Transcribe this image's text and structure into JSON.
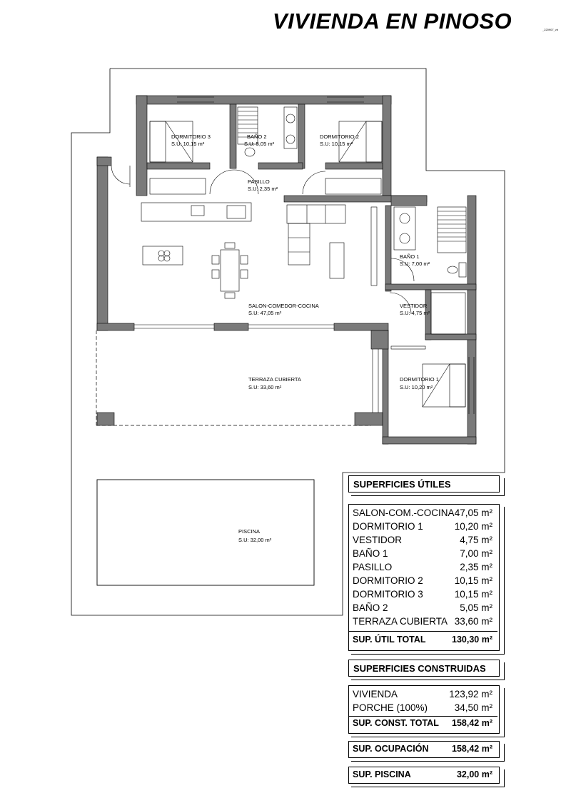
{
  "title": "VIVIENDA EN PINOSO",
  "title_sub": "_220907_vb",
  "rooms": {
    "dormitorio3": {
      "name": "DORMITORIO 3",
      "area": "S.U: 10,15 m²"
    },
    "bano2": {
      "name": "BAÑO 2",
      "area": "S.U: 5,05 m²"
    },
    "dormitorio2": {
      "name": "DORMITORIO 2",
      "area": "S.U: 10,15 m²"
    },
    "pasillo": {
      "name": "PASILLO",
      "area": "S.U: 2,35 m²"
    },
    "bano1": {
      "name": "BAÑO 1",
      "area": "S.U: 7,00 m²"
    },
    "salon": {
      "name": "SALON-COMEDOR-COCINA",
      "area": "S.U: 47,05 m²"
    },
    "vestidor": {
      "name": "VESTIDOR",
      "area": "S.U: 4,75 m²"
    },
    "terraza": {
      "name": "TERRAZA CUBIERTA",
      "area": "S.U: 33,60 m²"
    },
    "dormitorio1": {
      "name": "DORMITORIO 1",
      "area": "S.U: 10,20 m²"
    },
    "piscina": {
      "name": "PISCINA",
      "area": "S.U: 32,00 m²"
    }
  },
  "utiles": {
    "header": "SUPERFICIES ÚTILES",
    "rows": [
      {
        "name": "SALON-COM.-COCINA",
        "value": "47,05 m²"
      },
      {
        "name": "DORMITORIO 1",
        "value": "10,20 m²"
      },
      {
        "name": "VESTIDOR",
        "value": "4,75 m²"
      },
      {
        "name": "BAÑO 1",
        "value": "7,00 m²"
      },
      {
        "name": "PASILLO",
        "value": "2,35 m²"
      },
      {
        "name": "DORMITORIO 2",
        "value": "10,15 m²"
      },
      {
        "name": "DORMITORIO 3",
        "value": "10,15 m²"
      },
      {
        "name": "BAÑO 2",
        "value": "5,05 m²"
      },
      {
        "name": "TERRAZA CUBIERTA",
        "value": "33,60 m²"
      }
    ],
    "total": {
      "name": "SUP. ÚTIL TOTAL",
      "value": "130,30 m²"
    }
  },
  "construidas": {
    "header": "SUPERFICIES CONSTRUIDAS",
    "rows": [
      {
        "name": "VIVIENDA",
        "value": "123,92 m²"
      },
      {
        "name": "PORCHE (100%)",
        "value": "34,50 m²"
      }
    ],
    "total": {
      "name": "SUP. CONST. TOTAL",
      "value": "158,42 m²"
    }
  },
  "ocupacion": {
    "name": "SUP. OCUPACIÓN",
    "value": "158,42 m²"
  },
  "piscina_total": {
    "name": "SUP. PISCINA",
    "value": "32,00 m²"
  },
  "colors": {
    "wall": "#7a7a7a",
    "line": "#000000",
    "background": "#ffffff"
  }
}
